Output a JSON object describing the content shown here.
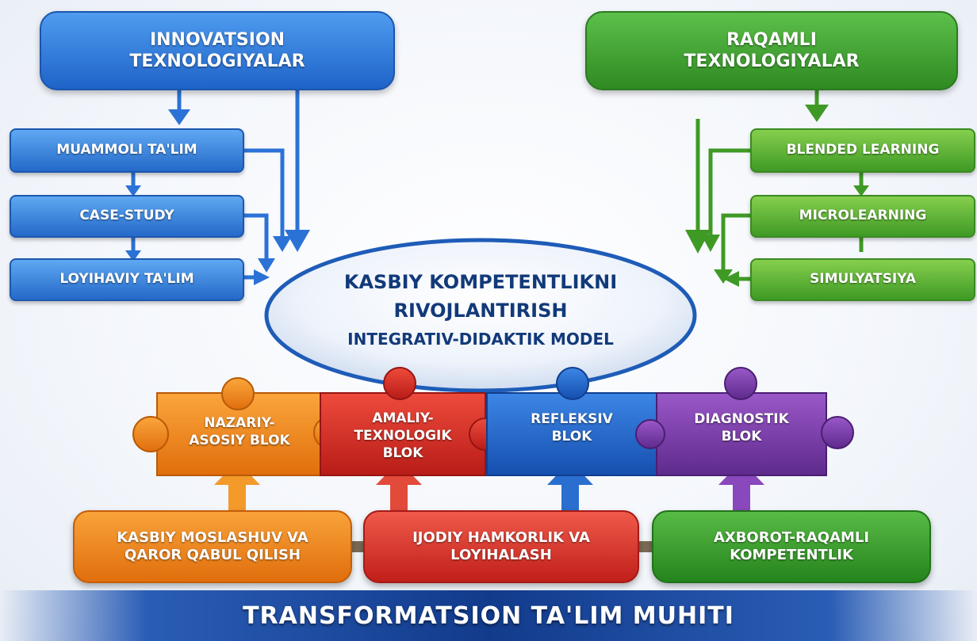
{
  "left_header": {
    "line1": "INNOVATSION",
    "line2": "TEXNOLOGIYALAR"
  },
  "right_header": {
    "line1": "RAQAMLI",
    "line2": "TEXNOLOGIYALAR"
  },
  "left_items": [
    "MUAMMOLI TA'LIM",
    "CASE-STUDY",
    "LOYIHAVIY TA'LIM"
  ],
  "right_items": [
    "BLENDED LEARNING",
    "MICROLEARNING",
    "SIMULYATSIYA"
  ],
  "center": {
    "line1": "KASBIY KOMPETENTLIKNI",
    "line2": "RIVOJLANTIRISH",
    "line3": "INTEGRATIV-DIDAKTIK MODEL"
  },
  "blocks": [
    {
      "line1": "NAZARIY-",
      "line2": "ASOSIY BLOK",
      "line3": ""
    },
    {
      "line1": "AMALIY-",
      "line2": "TEXNOLOGIK",
      "line3": "BLOK"
    },
    {
      "line1": "REFLEKSIV",
      "line2": "BLOK",
      "line3": ""
    },
    {
      "line1": "DIAGNOSTIK",
      "line2": "BLOK",
      "line3": ""
    }
  ],
  "bottom_boxes": [
    {
      "line1": "KASBIY MOSLASHUV VA",
      "line2": "QAROR QABUL QILISH"
    },
    {
      "line1": "IJODIY HAMKORLIK VA",
      "line2": "LOYIHALASH"
    },
    {
      "line1": "AXBOROT-RAQAMLI",
      "line2": "KOMPETENTLIK"
    }
  ],
  "banner": "TRANSFORMATSION TA'LIM MUHITI",
  "colors": {
    "blue": "#2469c9",
    "green": "#3f9a25",
    "orange": "#e67a12",
    "red": "#c8261f",
    "puzzle_blue": "#1f5fc2",
    "purple": "#7a3aa8"
  }
}
